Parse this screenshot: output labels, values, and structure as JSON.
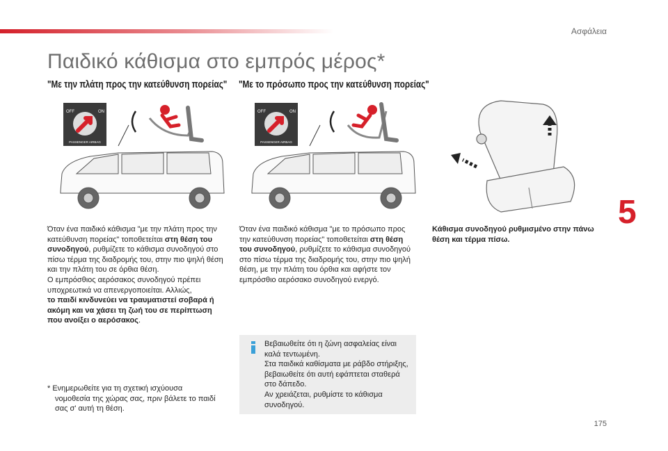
{
  "header": {
    "section": "Ασφάλεια"
  },
  "title": "Παιδικό κάθισμα στο εμπρός μέρος*",
  "left": {
    "subhead": "\"Με την πλάτη προς την κατεύθυνση πορείας\"",
    "airbag_panel": {
      "off": "OFF",
      "on": "ON",
      "caption": "PASSENGER AIRBAG"
    },
    "p1_a": "Όταν ένα παιδικό κάθισμα \"με την πλάτη προς την κατεύθυνση πορείας\" τοποθετείται ",
    "p1_b": "στη θέση του συνοδηγού",
    "p1_c": ", ρυθμίζετε το κάθισμα συνοδηγού στο πίσω τέρμα της διαδρομής του, στην πιο ψηλή θέση και την πλάτη του σε όρθια θέση.",
    "p2": "Ο εμπρόσθιος αερόσακος συνοδηγού πρέπει υποχρεωτικά να απενεργοποιείται. Αλλιώς,",
    "p3_b": "το παιδί κινδυνεύει να τραυματιστεί σοβαρά ή ακόμη και να χάσει τη ζωή του σε περίπτωση που ανοίξει ο αερόσακος",
    "p3_end": "."
  },
  "middle": {
    "subhead": "\"Με το πρόσωπο προς την κατεύθυνση πορείας\"",
    "airbag_panel": {
      "off": "OFF",
      "on": "ON",
      "caption": "PASSENGER AIRBAG"
    },
    "p1_a": "Όταν ένα παιδικό κάθισμα \"με το πρόσωπο προς την κατεύθυνση πορείας\" τοποθετείται ",
    "p1_b": "στη θέση του συνοδηγού",
    "p1_c": ", ρυθμίζετε το κάθισμα συνοδηγού στο πίσω τέρμα της διαδρομής του, στην πιο ψηλή θέση, με την πλάτη του όρθια και αφήστε τον εμπρόσθιο αερόσακο συνοδηγού ενεργό."
  },
  "right": {
    "caption": "Κάθισμα συνοδηγού ρυθμισμένο στην πάνω θέση και τέρμα πίσω."
  },
  "footnote": {
    "line1": "* Ενημερωθείτε για τη σχετική ισχύουσα",
    "line2": "νομοθεσία της χώρας σας, πριν βάλετε το παιδί σας σ' αυτή τη θέση."
  },
  "info": {
    "text1": "Βεβαιωθείτε ότι η ζώνη ασφαλείας είναι καλά τεντωμένη.",
    "text2": "Στα παιδικά καθίσματα με ράβδο στήριξης, βεβαιωθείτε ότι αυτή εφάπτεται σταθερά στο δάπεδο.",
    "text3": "Αν χρειάζεται, ρυθμίστε το κάθισμα συνοδηγού."
  },
  "chapter": "5",
  "page_number": "175",
  "colors": {
    "accent": "#d6202a",
    "info_bg": "#ededed",
    "info_icon": "#3aa0d8"
  }
}
